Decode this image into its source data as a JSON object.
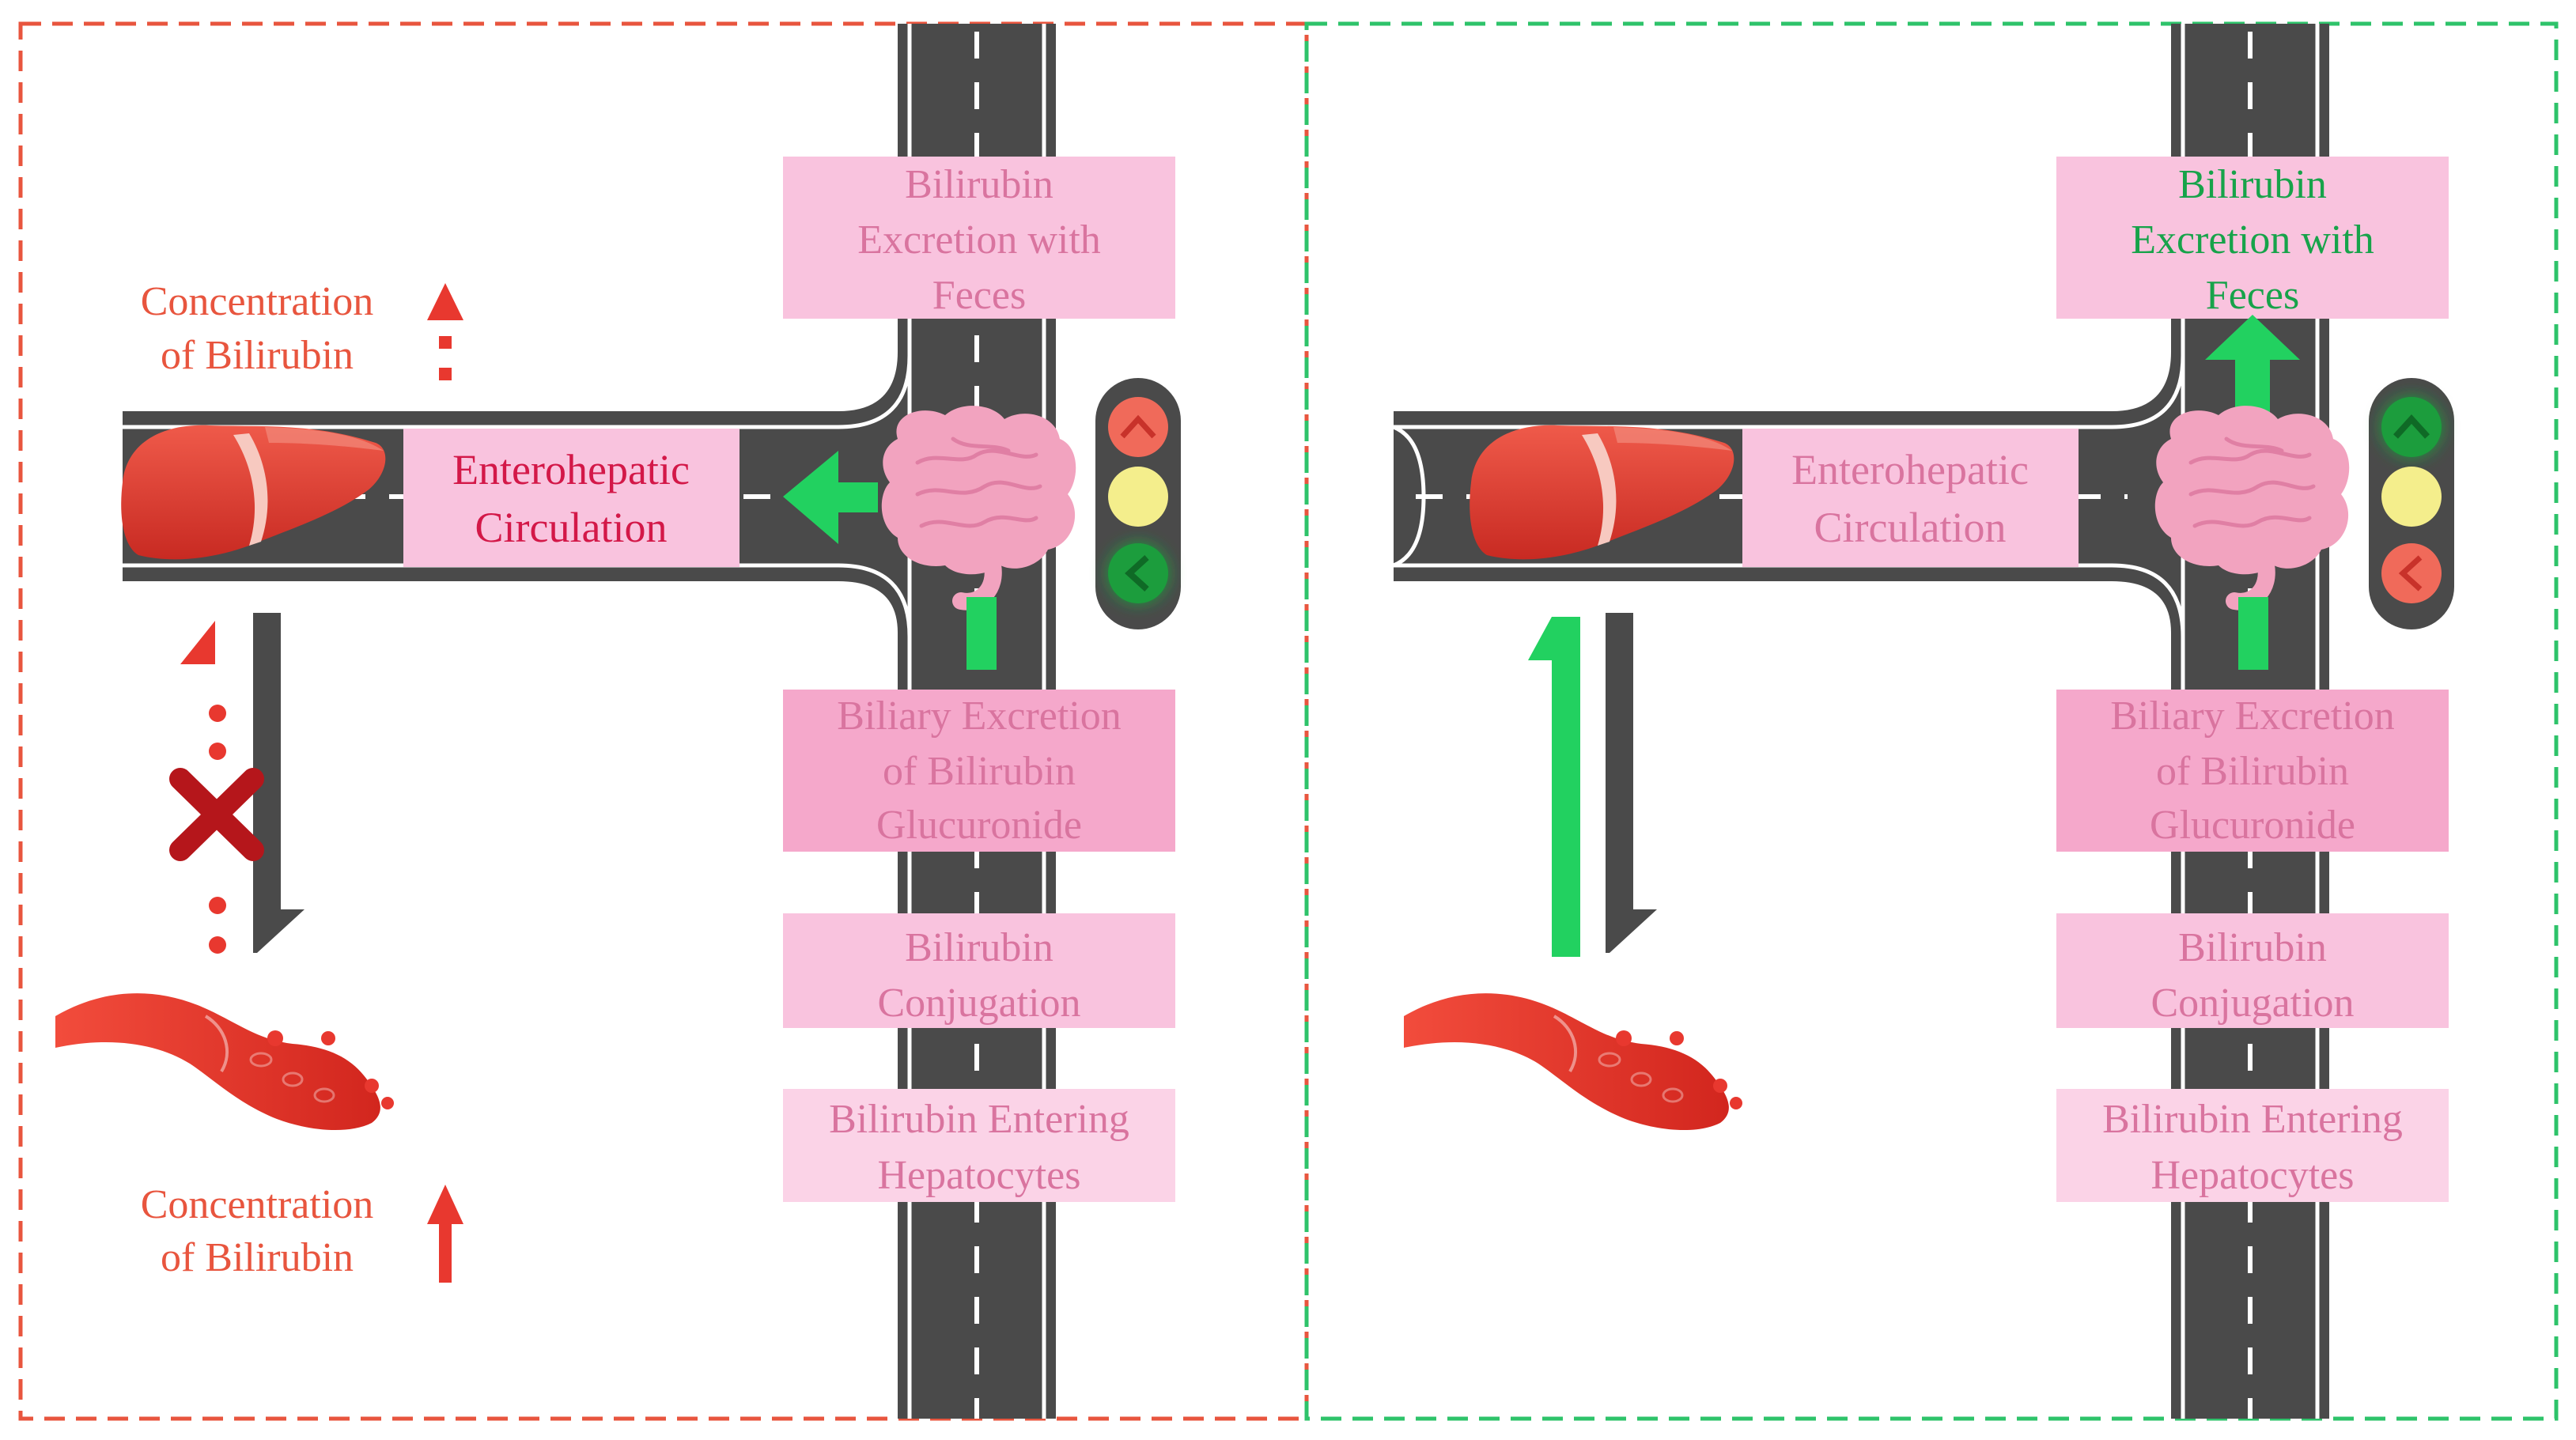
{
  "colors": {
    "left_border": "#e8553e",
    "right_border": "#2ec36a",
    "road": "#4a4a4a",
    "pink_box": "#f9c3de",
    "pink_box_light": "#fbd3e7",
    "pink_text": "#d9749f",
    "red_text": "#e8553e",
    "green_text": "#17a34a",
    "green_arrow": "#22d160",
    "red_accent": "#e8382f",
    "dark_red": "#b5161b",
    "light_red": "#f06a5a",
    "light_yellow": "#f4ee8c",
    "light_green": "#1e9d3c"
  },
  "left_panel": {
    "excretion_label": [
      "Bilirubin",
      "Excretion with",
      "Feces"
    ],
    "enterohepatic_label": [
      "Enterohepatic",
      "Circulation"
    ],
    "biliary_label": [
      "Biliary Excretion",
      "of Bilirubin",
      "Glucuronide"
    ],
    "conjugation_label": [
      "Bilirubin",
      "Conjugation"
    ],
    "entering_label": [
      "Bilirubin Entering",
      "Hepatocytes"
    ],
    "intestine_conc_label": [
      "Concentration",
      "of Bilirubin"
    ],
    "blood_conc_label": [
      "Concentration",
      "of Bilirubin"
    ],
    "traffic_light": {
      "top": "red",
      "middle": "yellow",
      "bottom": "green",
      "active": "bottom"
    }
  },
  "right_panel": {
    "excretion_label": [
      "Bilirubin",
      "Excretion with",
      "Feces"
    ],
    "enterohepatic_label": [
      "Enterohepatic",
      "Circulation"
    ],
    "biliary_label": [
      "Biliary Excretion",
      "of Bilirubin",
      "Glucuronide"
    ],
    "conjugation_label": [
      "Bilirubin",
      "Conjugation"
    ],
    "entering_label": [
      "Bilirubin Entering",
      "Hepatocytes"
    ],
    "traffic_light": {
      "top": "green",
      "middle": "yellow",
      "bottom": "red",
      "active": "top"
    }
  },
  "icons": [
    "liver-icon",
    "intestine-icon",
    "blood-vessel-icon",
    "traffic-light-icon",
    "block-x-icon"
  ]
}
